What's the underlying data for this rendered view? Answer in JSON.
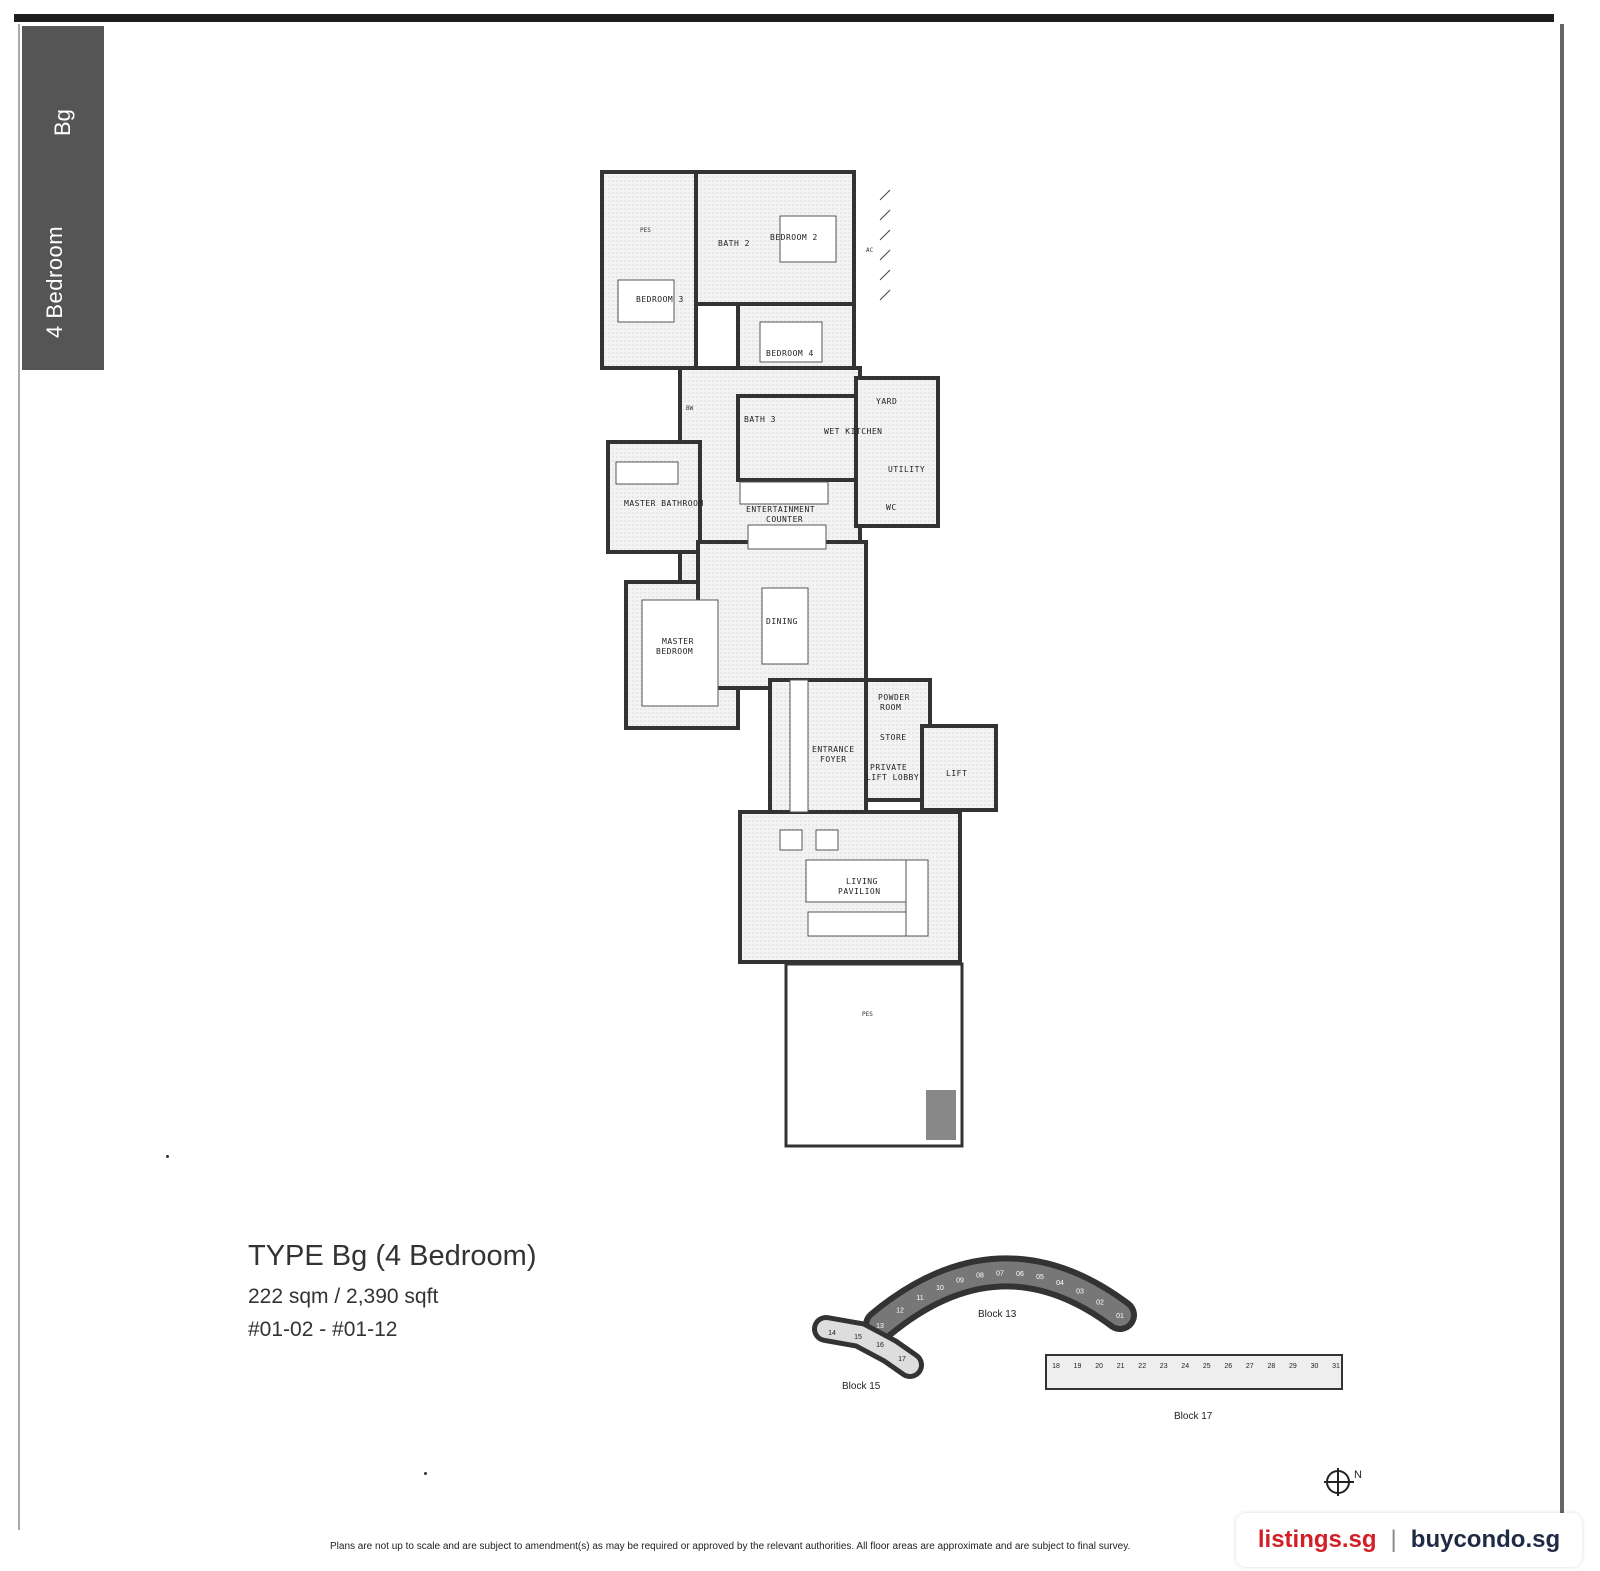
{
  "side_tab": {
    "label": "4 Bedroom",
    "code": "Bg"
  },
  "plan": {
    "rooms": {
      "bedroom2": "BEDROOM 2",
      "bath2": "BATH 2",
      "bedroom3": "BEDROOM 3",
      "bedroom4": "BEDROOM 4",
      "bath3": "BATH 3",
      "yard": "YARD",
      "wet_kitchen": "WET KITCHEN",
      "utility": "UTILITY",
      "wc": "WC",
      "master_bathroom": "MASTER BATHROOM",
      "entertainment_counter_1": "ENTERTAINMENT",
      "entertainment_counter_2": "COUNTER",
      "dining": "DINING",
      "master_bedroom_1": "MASTER",
      "master_bedroom_2": "BEDROOM",
      "powder_room_1": "POWDER",
      "powder_room_2": "ROOM",
      "store": "STORE",
      "entrance_foyer_1": "ENTRANCE",
      "entrance_foyer_2": "FOYER",
      "private_lift_lobby_1": "PRIVATE",
      "private_lift_lobby_2": "LIFT LOBBY",
      "lift": "LIFT",
      "living_pavilion_1": "LIVING",
      "living_pavilion_2": "PAVILION",
      "pes": "PES",
      "bw": "BW",
      "ac": "AC"
    }
  },
  "unit": {
    "title": "TYPE Bg (4 Bedroom)",
    "area": "222 sqm / 2,390 sqft",
    "units": "#01-02 - #01-12"
  },
  "site_plan": {
    "block13": "Block 13",
    "block15": "Block 15",
    "block17": "Block 17",
    "block13_units": [
      "13",
      "12",
      "11",
      "10",
      "09",
      "08",
      "07",
      "06",
      "05",
      "04",
      "03",
      "02",
      "01"
    ],
    "block15_units": [
      "14",
      "15",
      "16",
      "17"
    ],
    "block17_units": [
      "18",
      "19",
      "20",
      "21",
      "22",
      "23",
      "24",
      "25",
      "26",
      "27",
      "28",
      "29",
      "30",
      "31"
    ],
    "compass": "N"
  },
  "footer": {
    "disclaimer": "Plans are not up to scale and are subject to amendment(s) as may be required or approved by the relevant authorities. All floor areas are approximate and are subject to final survey.",
    "brand_a": "listings.sg",
    "separator": "|",
    "brand_b": "buycondo.sg"
  }
}
